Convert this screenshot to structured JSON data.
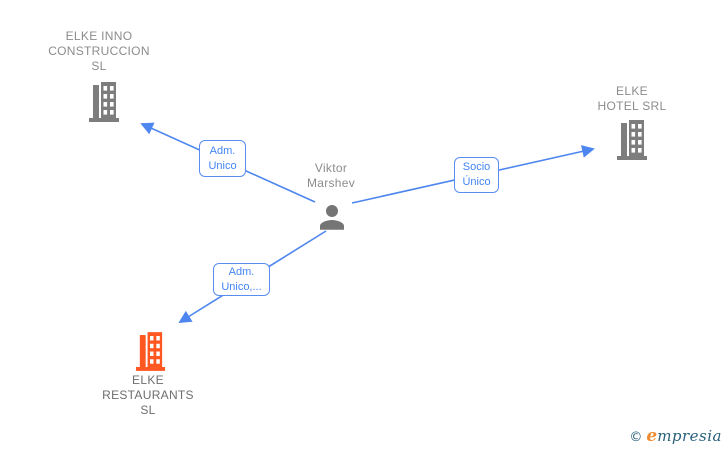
{
  "person": {
    "name": "Viktor\nMarshev"
  },
  "companies": [
    {
      "name": "ELKE INNO\nCONSTRUCCION\nSL",
      "icon_color": "#7d7d7d",
      "highlighted": false
    },
    {
      "name": "ELKE\nHOTEL SRL",
      "icon_color": "#7d7d7d",
      "highlighted": false
    },
    {
      "name": "ELKE\nRESTAURANTS\nSL",
      "icon_color": "#ff5722",
      "highlighted": true
    }
  ],
  "edges": [
    {
      "from": "Viktor Marshev",
      "to": "ELKE INNO CONSTRUCCION SL",
      "label": "Adm.\nUnico"
    },
    {
      "from": "Viktor Marshev",
      "to": "ELKE HOTEL SRL",
      "label": "Socio\nÚnico"
    },
    {
      "from": "Viktor Marshev",
      "to": "ELKE RESTAURANTS SL",
      "label": "Adm.\nUnico,..."
    }
  ],
  "footer": {
    "copyright": "©",
    "brand_first_letter": "e",
    "brand_rest": "mpresia"
  },
  "colors": {
    "edge_blue": "#4e86f0",
    "label_blue": "#4285f4",
    "node_gray": "#7d7d7d",
    "text_gray": "#8c8c8c",
    "highlight_orange": "#ff5722",
    "brand_teal": "#27607a",
    "brand_orange": "#ef8b31"
  }
}
